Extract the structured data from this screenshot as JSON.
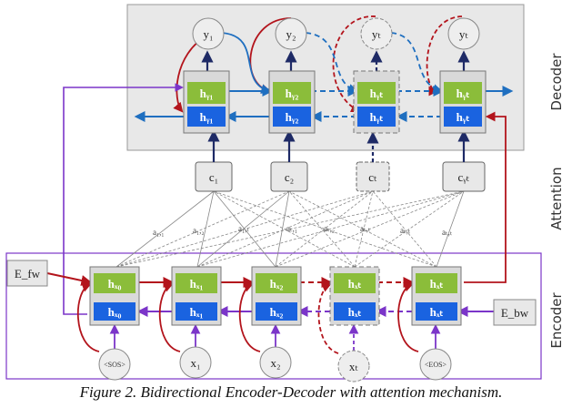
{
  "sections": {
    "decoder": "Decoder",
    "attention": "Attention",
    "encoder": "Encoder"
  },
  "decoder": {
    "outputs": [
      "y₁",
      "y₂",
      "yₜ",
      "yₜ"
    ],
    "forward_states": [
      "hᵧ₁",
      "hᵧ₂",
      "hᵧₜ",
      "hᵧₜ"
    ],
    "backward_states": [
      "hᵧ₁",
      "hᵧ₂",
      "hᵧₜ",
      "hᵧₜ"
    ]
  },
  "attention": {
    "contexts": [
      "c₁",
      "c₂",
      "cₜ",
      "cᵧₜ"
    ],
    "weights": [
      "a₁,₁",
      "a₁,₂",
      "a₁,ₜ",
      "aₜ,₁",
      "aₜ,₂",
      "aₜ,ₜ",
      "aₜ,ₜ",
      "aₜ,ₜ"
    ]
  },
  "encoder": {
    "forward_input": "E_fw",
    "backward_input": "E_bw",
    "forward_states": [
      "hₓ₀",
      "hₓ₁",
      "hₓ₂",
      "hₓₜ",
      "hₓₜ"
    ],
    "backward_states": [
      "hₓ₀",
      "hₓ₁",
      "hₓ₂",
      "hₓₜ",
      "hₓₜ"
    ],
    "inputs": [
      "<SOS>",
      "x₁",
      "x₂",
      "xₜ",
      "<EOS>"
    ]
  },
  "colors": {
    "green": "#8bbd3a",
    "blue": "#1a63e0",
    "red": "#b3141c",
    "arrow_blue": "#1f6fc0",
    "purple": "#7b35c9",
    "navy": "#1e2a66",
    "gray_box": "#e6e6e6",
    "circle": "#eeeeee"
  },
  "caption": "Figure 2. Bidirectional Encoder-Decoder with attention mechanism."
}
